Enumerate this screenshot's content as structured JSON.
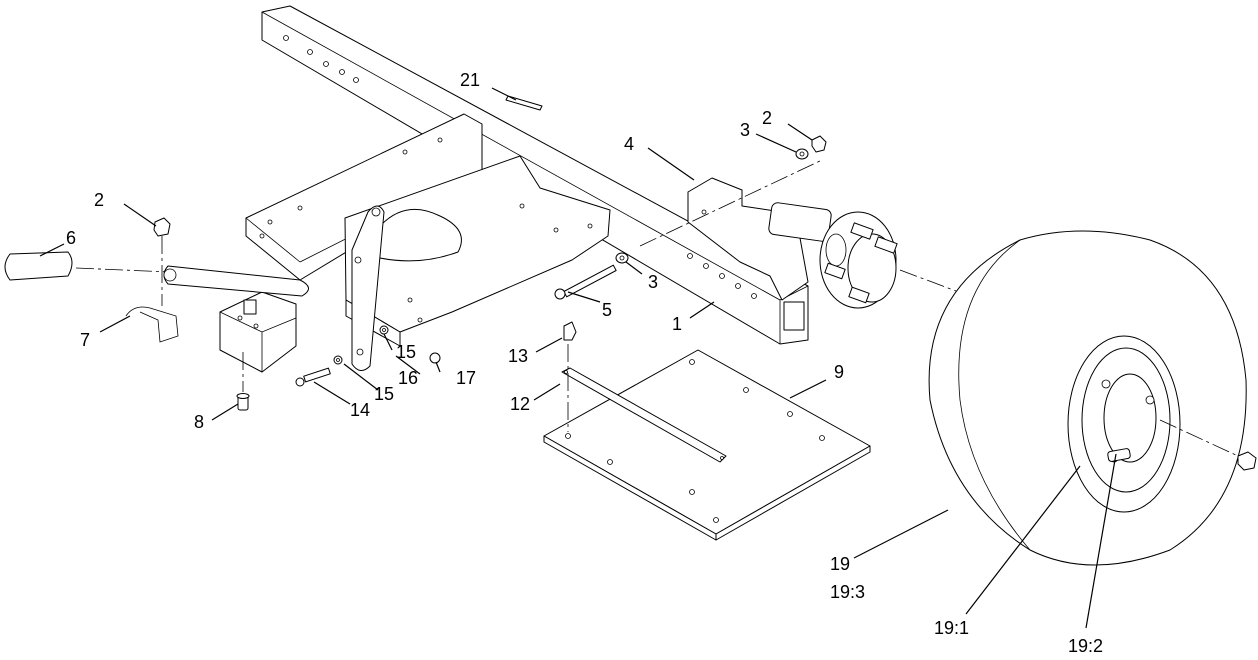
{
  "callouts": {
    "c1": "1",
    "c2a": "2",
    "c2b": "2",
    "c3a": "3",
    "c3b": "3",
    "c4": "4",
    "c5": "5",
    "c6": "6",
    "c7": "7",
    "c8": "8",
    "c9": "9",
    "c12": "12",
    "c13": "13",
    "c14": "14",
    "c15a": "15",
    "c15b": "15",
    "c16": "16",
    "c17": "17",
    "c19": "19",
    "c19_3": "19:3",
    "c19_1": "19:1",
    "c19_2": "19:2",
    "c21": "21"
  }
}
